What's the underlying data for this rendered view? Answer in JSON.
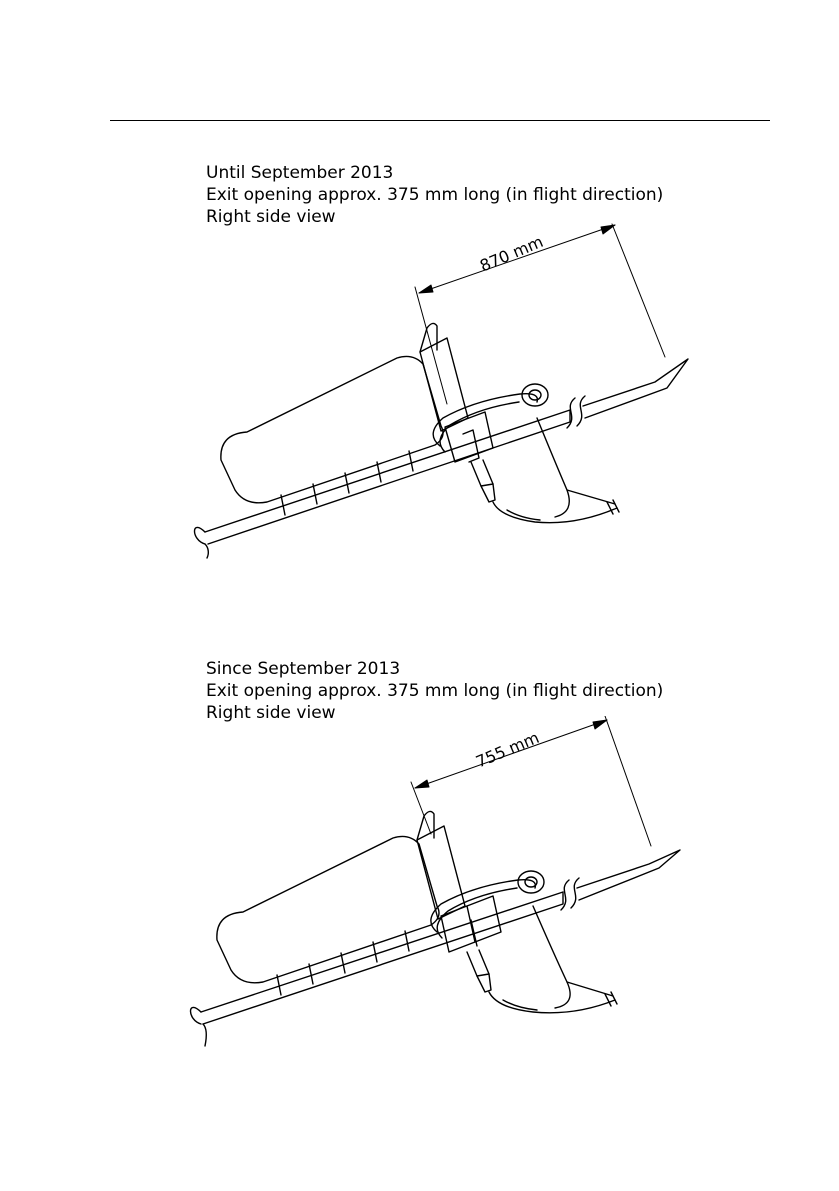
{
  "figures": [
    {
      "caption_line1": "Until September 2013",
      "caption_line2": "Exit opening approx. 375 mm long (in flight direction)",
      "caption_line3": "Right side view",
      "dimension": "870 mm"
    },
    {
      "caption_line1": "Since September 2013",
      "caption_line2": "Exit opening approx. 375 mm long (in flight direction)",
      "caption_line3": "Right side view",
      "dimension": "755 mm"
    }
  ]
}
